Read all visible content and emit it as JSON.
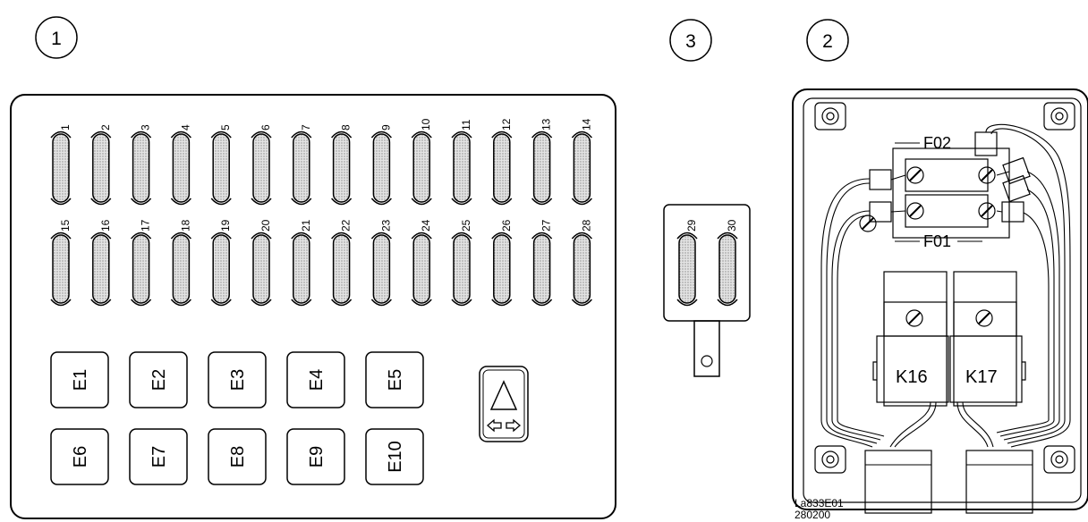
{
  "callouts": {
    "c1": "1",
    "c2": "2",
    "c3": "3"
  },
  "fuses_row1": [
    "1",
    "2",
    "3",
    "4",
    "5",
    "6",
    "7",
    "8",
    "9",
    "10",
    "11",
    "12",
    "13",
    "14"
  ],
  "fuses_row2": [
    "15",
    "16",
    "17",
    "18",
    "19",
    "20",
    "21",
    "22",
    "23",
    "24",
    "25",
    "26",
    "27",
    "28"
  ],
  "fuses_extra": [
    "29",
    "30"
  ],
  "relays_row1": [
    "E1",
    "E2",
    "E3",
    "E4",
    "E5"
  ],
  "relays_row2": [
    "E6",
    "E7",
    "E8",
    "E9",
    "E10"
  ],
  "box2": {
    "f02": "F02",
    "f01": "F01",
    "k16": "K16",
    "k17": "K17"
  },
  "reference": {
    "code": "La833E01",
    "date": "280200"
  },
  "colors": {
    "line": "#000000",
    "fuse_fill": "#c8c8c8",
    "background": "#ffffff"
  }
}
